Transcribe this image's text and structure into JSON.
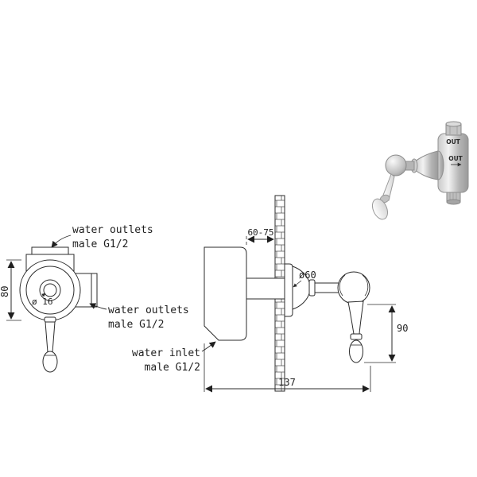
{
  "front_view": {
    "outlet_top_label": {
      "line1": "water outlets",
      "line2": "male G1/2"
    },
    "outlet_right_label": {
      "line1": "water outlets",
      "line2": "male G1/2"
    },
    "dim_height": "80",
    "dim_hub_diameter": "ø 16"
  },
  "side_view": {
    "inlet_label": {
      "line1": "water inlet",
      "line2": "male G1/2"
    },
    "dim_wall_depth": "60-75",
    "dim_escutcheon_diameter": "ø60",
    "dim_handle_drop": "90",
    "dim_total_depth": "137"
  },
  "perspective_view": {
    "out_label_top": "OUT",
    "out_label_side": "OUT"
  },
  "colors": {
    "line": "#2b2b2b",
    "metal_light": "#f2f2f2",
    "metal_dark": "#9a9a9a"
  }
}
